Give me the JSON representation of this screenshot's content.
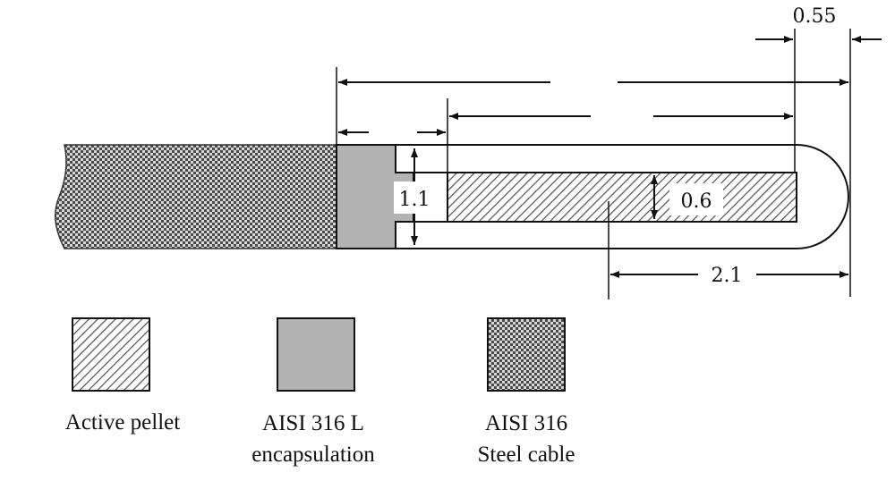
{
  "dimensions": {
    "tip_gap": "0.55",
    "outer_diameter": "1.1",
    "pellet_diameter": "0.6",
    "tip_length": "2.1"
  },
  "legend": {
    "active_pellet": {
      "label": "Active pellet",
      "pattern": "diagonal-hatch"
    },
    "encapsulation": {
      "label_line1": "AISI 316 L",
      "label_line2": "encapsulation",
      "color": "#b3b3b3"
    },
    "steel_cable": {
      "label_line1": "AISI 316",
      "label_line2": "Steel cable",
      "pattern": "checker"
    }
  },
  "colors": {
    "line": "#111111",
    "encapsulation_fill": "#b3b3b3"
  }
}
